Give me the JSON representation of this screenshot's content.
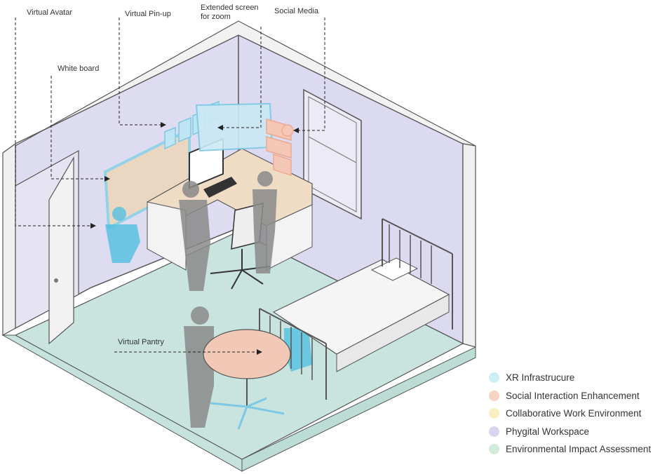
{
  "callouts": {
    "virtual_avatar": "Virtual Avatar",
    "virtual_pinup": "Virtual Pin-up",
    "extended_screen": "Extended screen for zoom",
    "social_media": "Social Media",
    "white_board": "White board",
    "virtual_pantry": "Virtual Pantry"
  },
  "legend": [
    {
      "label": "XR Infrastrucure",
      "color": "#cdeef3"
    },
    {
      "label": "Social Interaction Enhancement",
      "color": "#f7d3c3"
    },
    {
      "label": "Collaborative Work Environment",
      "color": "#fbeec0"
    },
    {
      "label": "Phygital Workspace",
      "color": "#d6d6ef"
    },
    {
      "label": "Environmental Impact Assessment",
      "color": "#d3ebdd"
    }
  ]
}
